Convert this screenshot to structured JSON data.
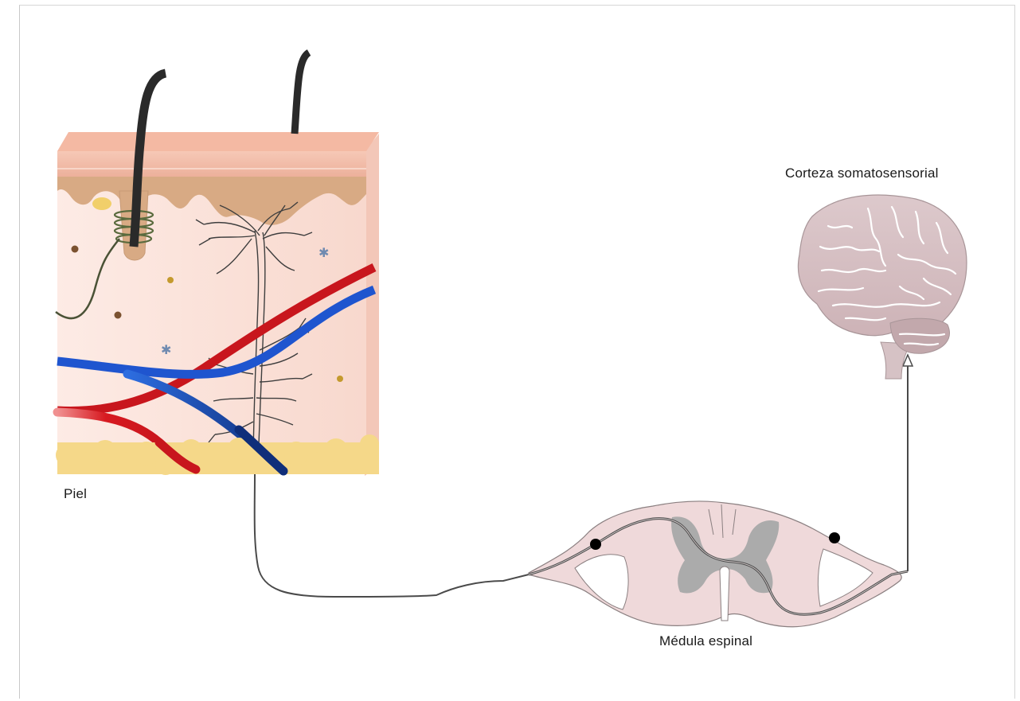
{
  "labels": {
    "skin": "Piel",
    "spinal_cord": "Médula espinal",
    "cortex": "Corteza somatosensorial"
  },
  "colors": {
    "epidermis": "#f1b9a5",
    "dermis": "#fbe2da",
    "papillae": "#d9a982",
    "fat": "#f4d686",
    "artery": "#d71920",
    "vein": "#1f4fc0",
    "nerve": "#3e3e3e",
    "hair": "#2a2a2a",
    "spinal_tissue": "#efdada",
    "gray_matter": "#a9a9a9",
    "brain": "#d8c3c6"
  }
}
